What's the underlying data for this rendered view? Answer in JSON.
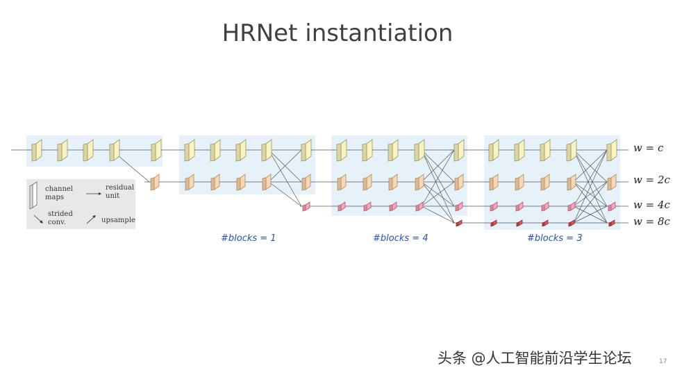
{
  "title": "HRNet instantiation",
  "width_labels": [
    "w = c",
    "w = 2c",
    "w = 4c",
    "w = 8c"
  ],
  "stages": [
    {
      "blocks_label": "#blocks = 1"
    },
    {
      "blocks_label": "#blocks = 4"
    },
    {
      "blocks_label": "#blocks = 3"
    }
  ],
  "legend": {
    "channel_maps": "channel maps",
    "residual_unit": "residual unit",
    "strided_conv": "strided conv.",
    "upsample": "upsample"
  },
  "watermark": "头条 @人工智能前沿学生论坛",
  "page_number": "17",
  "colors": {
    "stage_bg": "#e6f1fa",
    "legend_bg": "#e8e8e8",
    "stream1": "#f9f3c4",
    "stream2": "#f8d8b4",
    "stream3": "#f4a8b8",
    "stream4": "#d9595f",
    "blocks_label": "#2850b4"
  }
}
